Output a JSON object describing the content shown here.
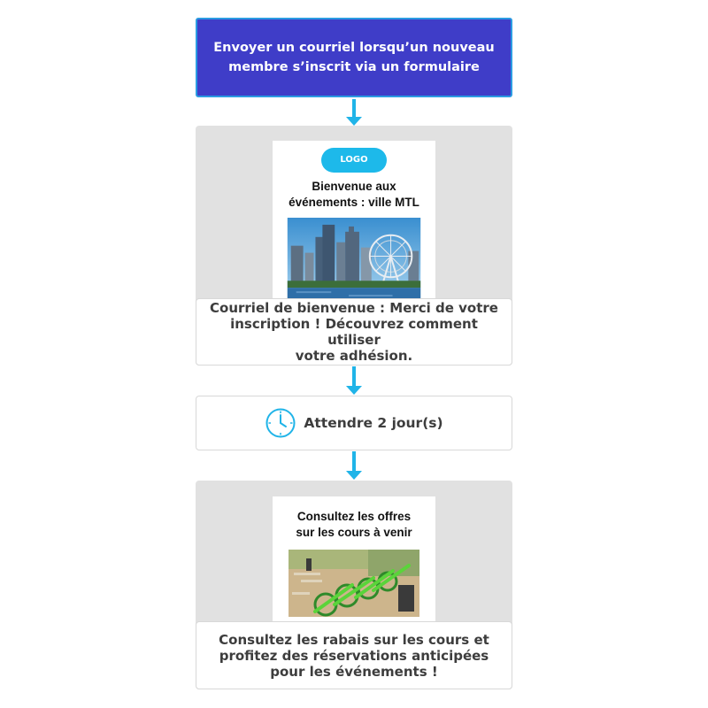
{
  "trigger": {
    "line1": "Envoyer un courriel lorsqu’un nouveau",
    "line2": "membre s’inscrit via un formulaire"
  },
  "step1": {
    "email": {
      "logo_label": "LOGO",
      "title_line1": "Bienvenue aux",
      "title_line2": "événements : ville MTL",
      "image": "city-skyline-ferris-wheel"
    },
    "card": {
      "line1": "Courriel de bienvenue : Merci de votre",
      "line2": "inscription ! Découvrez comment utiliser",
      "line3": "votre adhésion."
    }
  },
  "wait": {
    "icon": "clock-icon",
    "label": "Attendre 2 jour(s)"
  },
  "step2": {
    "email": {
      "title_line1": "Consultez les offres",
      "title_line2": "sur les cours à venir",
      "image": "green-bikes-row"
    },
    "card": {
      "line1": "Consultez les rabais sur les cours et",
      "line2": "profitez des réservations anticipées",
      "line3": "pour les événements !"
    }
  },
  "colors": {
    "trigger_bg": "#3f3dc8",
    "accent": "#20b4e8",
    "panel": "#e1e1e1",
    "text": "#3d3d3d"
  }
}
